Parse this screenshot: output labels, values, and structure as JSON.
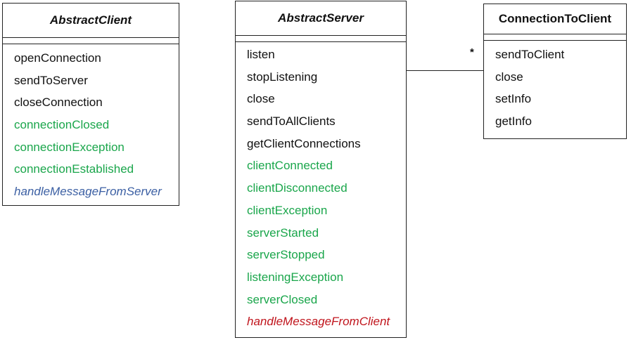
{
  "abstract_client": {
    "name": "AbstractClient",
    "operations": [
      {
        "label": "openConnection",
        "kind": "plain"
      },
      {
        "label": "sendToServer",
        "kind": "plain"
      },
      {
        "label": "closeConnection",
        "kind": "plain"
      },
      {
        "label": "connectionClosed",
        "kind": "hook"
      },
      {
        "label": "connectionException",
        "kind": "hook"
      },
      {
        "label": "connectionEstablished",
        "kind": "hook"
      },
      {
        "label": "handleMessageFromServer",
        "kind": "abstract-blue"
      }
    ]
  },
  "abstract_server": {
    "name": "AbstractServer",
    "operations": [
      {
        "label": "listen",
        "kind": "plain"
      },
      {
        "label": "stopListening",
        "kind": "plain"
      },
      {
        "label": "close",
        "kind": "plain"
      },
      {
        "label": "sendToAllClients",
        "kind": "plain"
      },
      {
        "label": "getClientConnections",
        "kind": "plain"
      },
      {
        "label": "clientConnected",
        "kind": "hook"
      },
      {
        "label": "clientDisconnected",
        "kind": "hook"
      },
      {
        "label": "clientException",
        "kind": "hook"
      },
      {
        "label": "serverStarted",
        "kind": "hook"
      },
      {
        "label": "serverStopped",
        "kind": "hook"
      },
      {
        "label": "listeningException",
        "kind": "hook"
      },
      {
        "label": "serverClosed",
        "kind": "hook"
      },
      {
        "label": "handleMessageFromClient",
        "kind": "abstract-red"
      }
    ]
  },
  "connection_to_client": {
    "name": "ConnectionToClient",
    "operations": [
      {
        "label": "sendToClient",
        "kind": "plain"
      },
      {
        "label": "close",
        "kind": "plain"
      },
      {
        "label": "setInfo",
        "kind": "plain"
      },
      {
        "label": "getInfo",
        "kind": "plain"
      }
    ]
  },
  "association": {
    "multiplicity": "*"
  },
  "colors": {
    "hook": "#1aa64b",
    "abstract_blue": "#3b5fa3",
    "abstract_red": "#c0141c"
  }
}
